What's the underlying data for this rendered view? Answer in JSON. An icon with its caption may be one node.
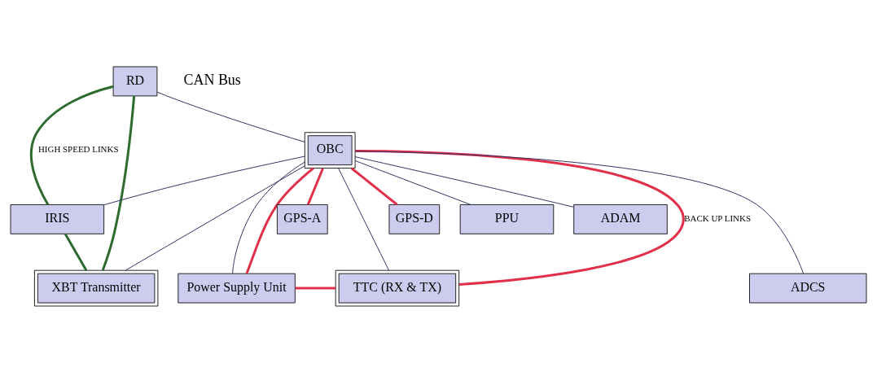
{
  "diagram": {
    "nodes": [
      {
        "text": [
          "PPU"
        ]
      },
      {
        "text": [
          "ADAM"
        ]
      },
      {
        "text": [
          "IRIS"
        ]
      },
      {
        "text": [
          "RD"
        ]
      },
      {
        "text": [
          "OBC"
        ]
      },
      {
        "text": [
          "Power Supply Unit"
        ]
      },
      {
        "text": [
          "TTC (RX & TX)"
        ]
      },
      {
        "text": [
          "XBT Transmitter"
        ]
      },
      {
        "text": [
          "ADCS"
        ]
      },
      {
        "text": [
          "GPS-A"
        ]
      },
      {
        "text": [
          "GPS-D"
        ]
      }
    ],
    "edges": [
      {
        "from": 3,
        "to": 4,
        "arrow": "none"
      },
      {
        "from": 4,
        "to": 0,
        "arrow": "none"
      },
      {
        "from": 4,
        "to": 1,
        "arrow": "none"
      },
      {
        "from": 4,
        "to": 2,
        "arrow": "none"
      },
      {
        "from": 4,
        "to": 5,
        "arrow": "none"
      },
      {
        "from": 4,
        "to": 6,
        "arrow": "none"
      },
      {
        "from": 4,
        "to": 7,
        "arrow": "none"
      },
      {
        "from": 4,
        "to": 8,
        "arrow": "none"
      },
      {
        "from": 3,
        "to": 2,
        "arrow": "none",
        "label": "HIGH SPEED LINKS",
        "style": "thick",
        "color": "#2e6b2e"
      },
      {
        "from": 3,
        "to": 7,
        "arrow": "none",
        "style": "thick",
        "color": "#2e6b2e"
      },
      {
        "from": 2,
        "to": 7,
        "arrow": "none",
        "style": "thick",
        "color": "#2e6b2e"
      },
      {
        "from": 4,
        "to": 9,
        "arrow": "none",
        "style": "thick",
        "color": "#e0304a"
      },
      {
        "from": 4,
        "to": 10,
        "arrow": "none",
        "style": "thick",
        "color": "#e0304a"
      },
      {
        "from": 4,
        "to": 5,
        "arrow": "none",
        "style": "thick",
        "color": "#e0304a"
      },
      {
        "from": 5,
        "to": 6,
        "arrow": "none",
        "style": "thick",
        "color": "#e0304a"
      },
      {
        "from": 4,
        "to": 6,
        "arrow": "none",
        "label": "BACK UP LINKS",
        "style": "thick",
        "color": "#e0304a"
      }
    ],
    "labels": [
      "CAN Bus"
    ]
  }
}
